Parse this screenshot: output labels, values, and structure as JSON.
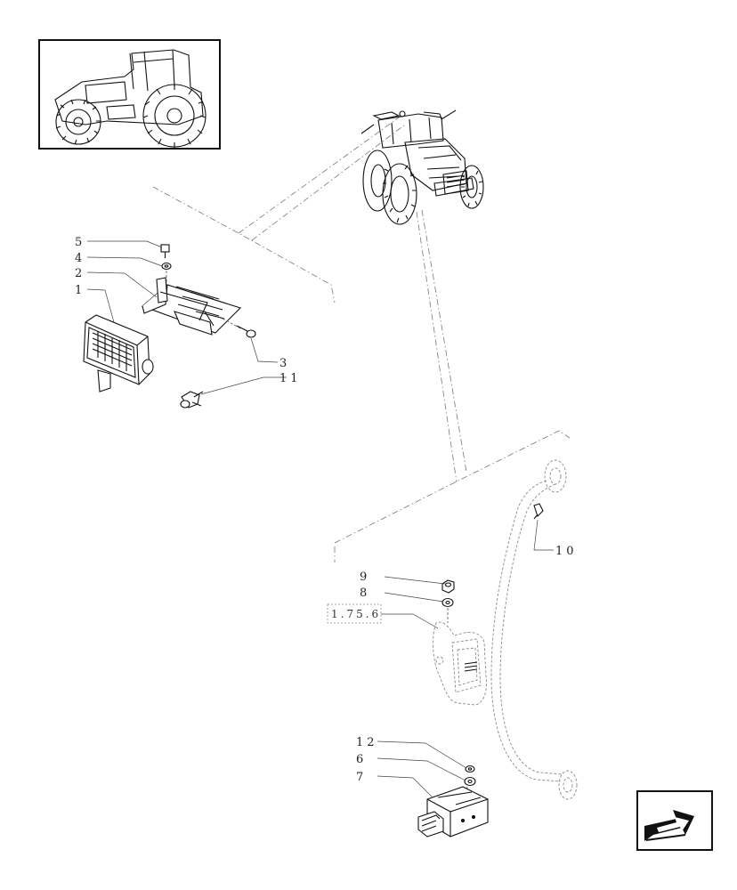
{
  "diagram": {
    "callouts": {
      "c1": "1",
      "c2": "2",
      "c3": "3",
      "c4": "4",
      "c5": "5",
      "c6": "6",
      "c7": "7",
      "c8": "8",
      "c9": "9",
      "c10": "10",
      "c11": "11",
      "c12": "12"
    },
    "reference_box": "1.75.6"
  },
  "icons": {
    "thumbnail": "tractor-side-view-icon",
    "overview": "tractor-front-three-quarter-icon",
    "nav": "back-arrow-icon"
  }
}
